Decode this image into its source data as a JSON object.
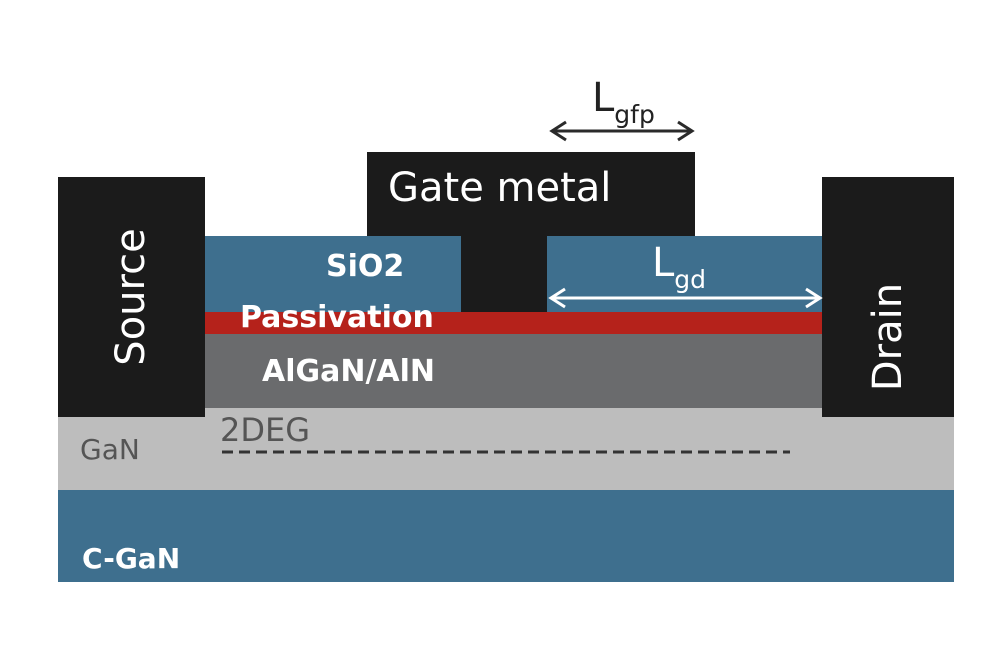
{
  "diagram": {
    "layers": {
      "gate_metal": "Gate metal",
      "sio2": "SiO2",
      "passivation": "Passivation",
      "barrier": "AlGaN/AlN",
      "channel": "GaN",
      "two_deg": "2DEG",
      "substrate": "C-GaN"
    },
    "electrodes": {
      "source": "Source",
      "drain": "Drain"
    },
    "dimensions": {
      "lgfp": {
        "main": "L",
        "sub": "gfp"
      },
      "lgd": {
        "main": "L",
        "sub": "gd"
      }
    },
    "colors": {
      "metal": "#1b1b1b",
      "oxide": "#3e6f8e",
      "passivation": "#b5221b",
      "barrier": "#6a6b6d",
      "gan": "#bdbdbd",
      "substrate": "#3e6f8e"
    }
  }
}
